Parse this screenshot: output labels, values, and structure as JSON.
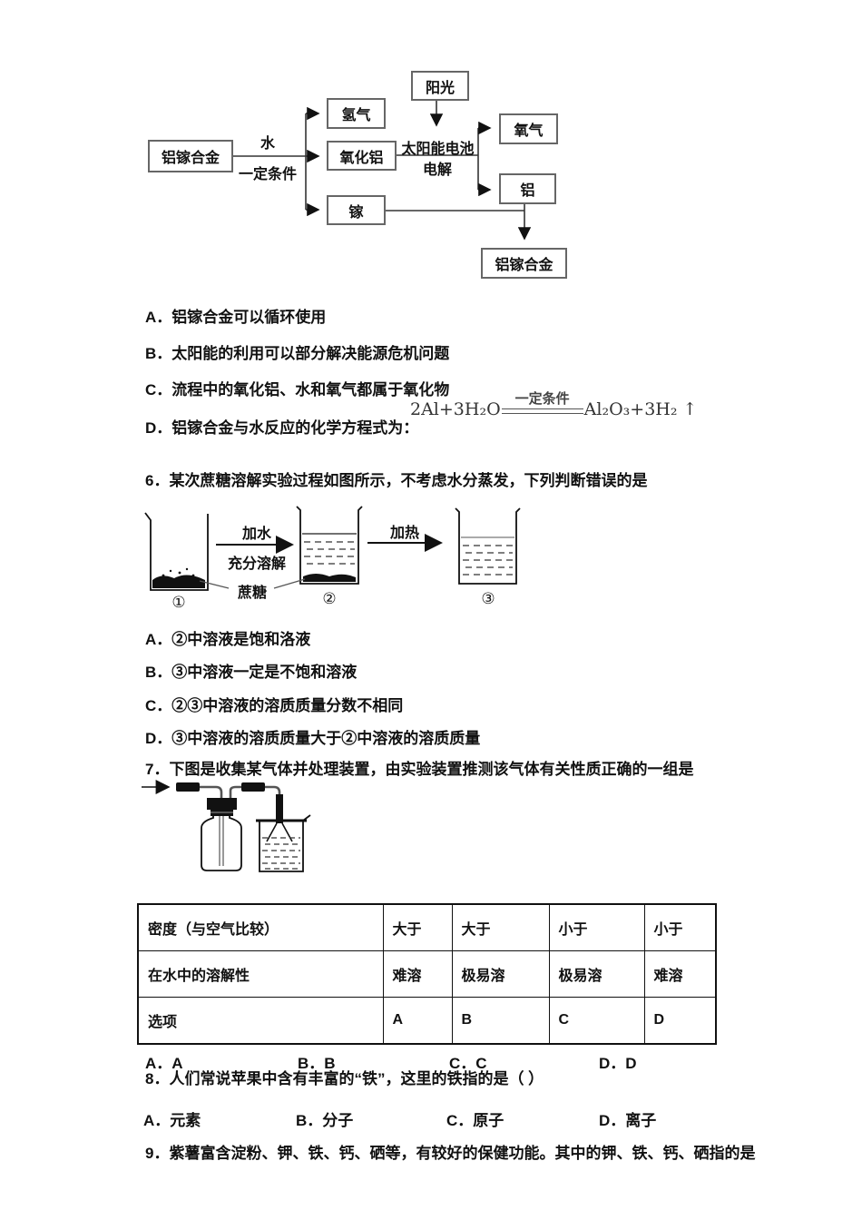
{
  "q5": {
    "options": [
      "A．铝镓合金可以循环使用",
      "B．太阳能的利用可以部分解决能源危机问题",
      "C．流程中的氧化铝、水和氧气都属于氧化物",
      "D．铝镓合金与水反应的化学方程式为："
    ],
    "equation": {
      "lhs": "2Al+3H₂O",
      "condition": "一定条件",
      "rhs": "Al₂O₃+3H₂ ↑"
    }
  },
  "diagram": {
    "nodes": {
      "alloy_left": "铝镓合金",
      "hydrogen": "氢气",
      "alumina": "氧化铝",
      "gallium": "镓",
      "sunlight": "阳光",
      "oxygen": "氧气",
      "aluminum": "铝",
      "alloy_bottom": "铝镓合金"
    },
    "edge_labels": {
      "water": "水",
      "condition": "一定条件",
      "solar": "太阳能电池",
      "electrolysis": "电解"
    }
  },
  "q6": {
    "stem": "6．某次蔗糖溶解实验过程如图所示，不考虑水分蒸发，下列判断错误的是",
    "figure_labels": {
      "add_water": "加水",
      "dissolve": "充分溶解",
      "sucrose": "蔗糖",
      "heat": "加热",
      "b1": "①",
      "b2": "②",
      "b3": "③"
    },
    "options": [
      "A．②中溶液是饱和洛液",
      "B．③中溶液一定是不饱和溶液",
      "C．②③中溶液的溶质质量分数不相同",
      "D．③中溶液的溶质质量大于②中溶液的溶质质量"
    ]
  },
  "q7": {
    "stem": "7．下图是收集某气体并处理装置，由实验装置推测该气体有关性质正确的一组是",
    "table": {
      "rows": [
        {
          "label": "密度（与空气比较）",
          "values": [
            "大于",
            "大于",
            "小于",
            "小于"
          ]
        },
        {
          "label": "在水中的溶解性",
          "values": [
            "难溶",
            "极易溶",
            "极易溶",
            "难溶"
          ]
        },
        {
          "label": "选项",
          "values": [
            "A",
            "B",
            "C",
            "D"
          ]
        }
      ]
    },
    "options": [
      "A．A",
      "B．B",
      "C．C",
      "D．D"
    ]
  },
  "q8": {
    "stem": "8．人们常说苹果中含有丰富的“铁”，这里的铁指的是（ ）",
    "options": [
      "A．元素",
      "B．分子",
      "C．原子",
      "D．离子"
    ]
  },
  "q9": {
    "stem": "9．紫薯富含淀粉、钾、铁、钙、硒等，有较好的保健功能。其中的钾、铁、钙、硒指的是"
  }
}
